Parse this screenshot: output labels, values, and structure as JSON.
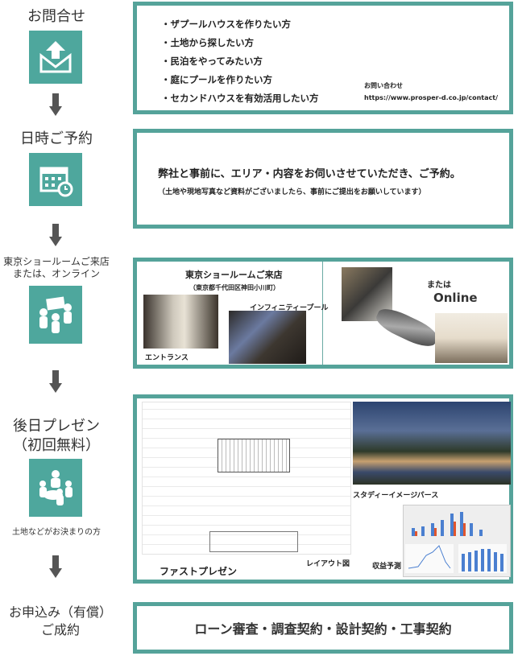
{
  "steps": [
    {
      "label": "お問合せ",
      "icon": "mail-icon"
    },
    {
      "label": "日時ご予約",
      "icon": "calendar-icon"
    },
    {
      "label_line1": "東京ショールームご来店",
      "label_line2": "または、オンライン",
      "icon": "meeting-icon"
    },
    {
      "label_line1": "後日プレゼン",
      "label_line2": "（初回無料）",
      "note": "土地などがお決まりの方",
      "icon": "presentation-icon"
    },
    {
      "label_line1": "お申込み（有償）",
      "label_line2": "ご成約"
    }
  ],
  "box1": {
    "items": [
      "・ザプールハウスを作りたい方",
      "・土地から探したい方",
      "・民泊をやってみたい方",
      "・庭にプールを作りたい方",
      "・セカンドハウスを有効活用したい方"
    ],
    "contact_label": "お問い合わせ",
    "contact_url": "https://www.prosper-d.co.jp/contact/"
  },
  "box2": {
    "main": "弊社と事前に、エリア・内容をお伺いさせていただき、ご予約。",
    "sub": "（土地や現地写真など資料がございましたら、事前にご提出をお願いしています）"
  },
  "box3": {
    "title": "東京ショールームご来店",
    "address": "（東京都千代田区神田小川町）",
    "entrance": "エントランス",
    "pool": "インフィニティープール",
    "or": "または",
    "online": "Online"
  },
  "box4": {
    "first": "ファストプレゼン",
    "layout": "レイアウト図",
    "perspective": "スタディーイメージパース",
    "revenue": "収益予測"
  },
  "box5": {
    "text": "ローン審査・調査契約・設計契約・工事契約"
  },
  "colors": {
    "teal": "#4ea79d",
    "arrow": "#555555"
  }
}
